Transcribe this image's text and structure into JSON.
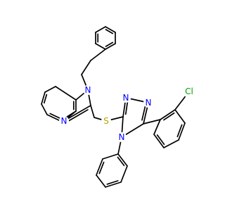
{
  "colors": {
    "bond": "#000000",
    "N": "#0000ff",
    "S": "#b8a200",
    "Cl": "#00a000"
  },
  "atoms": {
    "n1": {
      "label": "N",
      "element": "N"
    },
    "n3": {
      "label": "N",
      "element": "N"
    },
    "s": {
      "label": "S",
      "element": "S"
    },
    "tn1": {
      "label": "N",
      "element": "N"
    },
    "tn2": {
      "label": "N",
      "element": "N"
    },
    "tn4": {
      "label": "N",
      "element": "N"
    },
    "cl": {
      "label": "Cl",
      "element": "Cl"
    }
  }
}
